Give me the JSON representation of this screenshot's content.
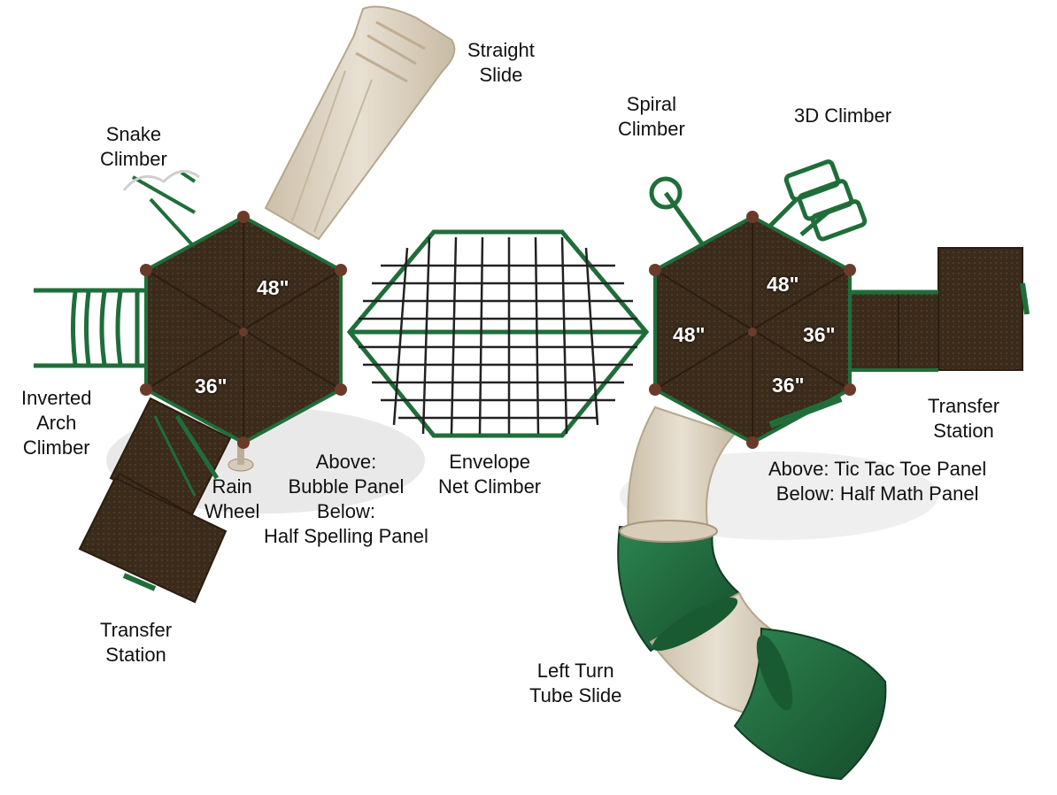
{
  "colors": {
    "deck_brown": "#3a2a1a",
    "deck_brown_light": "#4a3624",
    "frame_green": "#1f6e3a",
    "slide_tan": "#ddd3c2",
    "tube_green": "#1d6a3d",
    "post_brown": "#6b3b2a",
    "net_black": "#222222"
  },
  "labels": {
    "straight_slide": [
      "Straight",
      "Slide"
    ],
    "snake_climber": [
      "Snake",
      "Climber"
    ],
    "spiral_climber": [
      "Spiral",
      "Climber"
    ],
    "climber_3d": [
      "3D Climber"
    ],
    "inverted_arch_climber": [
      "Inverted",
      "Arch",
      "Climber"
    ],
    "rain_wheel": [
      "Rain",
      "Wheel"
    ],
    "bubble_panel": [
      "Above:",
      "Bubble Panel",
      "Below:",
      "Half Spelling Panel"
    ],
    "envelope_net": [
      "Envelope",
      "Net Climber"
    ],
    "tic_tac_toe": [
      "Above: Tic Tac Toe Panel",
      "Below: Half Math Panel"
    ],
    "transfer_left": [
      "Transfer",
      "Station"
    ],
    "transfer_right": [
      "Transfer",
      "Station"
    ],
    "tube_slide": [
      "Left Turn",
      "Tube Slide"
    ]
  },
  "heights": {
    "left_top": "48\"",
    "left_bottom": "36\"",
    "right_top": "48\"",
    "right_left": "48\"",
    "right_right": "36\"",
    "right_bottom": "36\""
  }
}
